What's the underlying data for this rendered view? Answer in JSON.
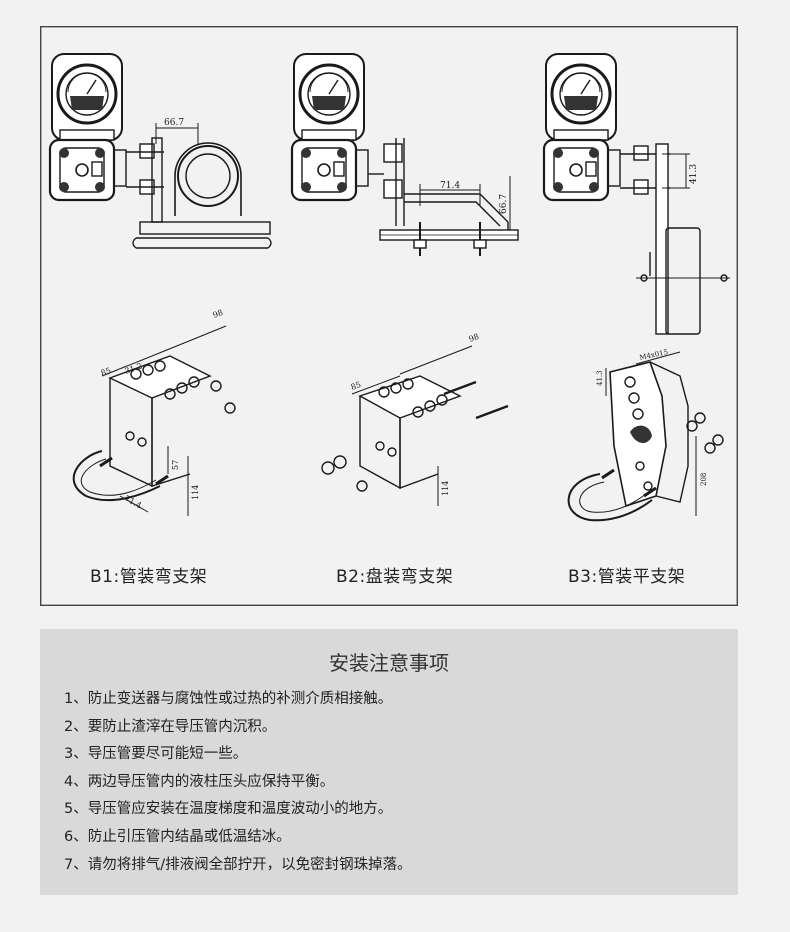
{
  "figure": {
    "captions": {
      "b1": "B1:管装弯支架",
      "b2": "B2:盘装弯支架",
      "b3": "B3:管装平支架"
    },
    "dims": {
      "b1_top_width": "66.7",
      "b2_top_width": "71.4",
      "b2_top_height": "66.7",
      "b3_top_height": "41.3",
      "b1_iso_top": "98",
      "b1_iso_a": "85",
      "b1_iso_b": "31.2",
      "b1_iso_side": "57",
      "b1_iso_height": "114",
      "b1_iso_bottom": "71.4",
      "b2_iso_top": "98",
      "b2_iso_a": "85",
      "b2_iso_height": "114",
      "b3_iso_top": "M4x015",
      "b3_iso_side": "41.3",
      "b3_iso_height": "208"
    }
  },
  "notes": {
    "title": "安装注意事项",
    "items": [
      "1、防止变送器与腐蚀性或过热的补测介质相接触。",
      "2、要防止渣滓在导压管内沉积。",
      "3、导压管要尽可能短一些。",
      "4、两边导压管内的液柱压头应保持平衡。",
      "5、导压管应安装在温度梯度和温度波动小的地方。",
      "6、防止引压管内结晶或低温结冰。",
      "7、请勿将排气/排液阀全部拧开，以免密封钢珠掉落。"
    ]
  }
}
